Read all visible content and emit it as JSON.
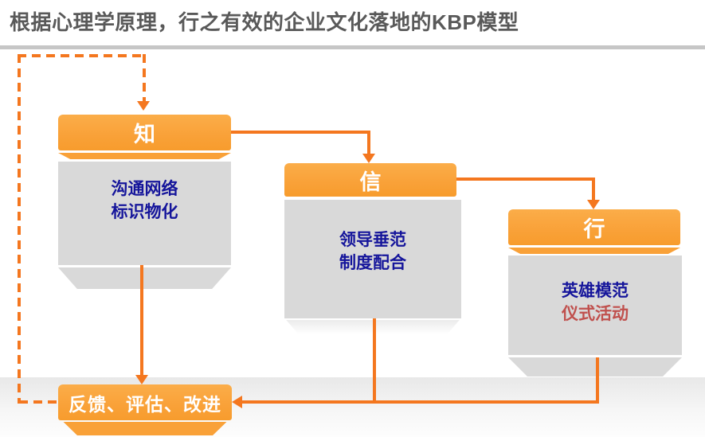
{
  "title": "根据心理学原理，行之有效的企业文化落地的KBP模型",
  "nodes": [
    {
      "id": "know",
      "header": "知",
      "line1": "沟通网络",
      "line2": "标识物化"
    },
    {
      "id": "believe",
      "header": "信",
      "line1": "领导垂范",
      "line2": "制度配合"
    },
    {
      "id": "practice",
      "header": "行",
      "line1": "英雄模范",
      "line2": "仪式活动"
    }
  ],
  "feedback": {
    "label": "反馈、评估、改进"
  },
  "arrows": [
    {
      "from": "知",
      "to": "信",
      "style": "solid"
    },
    {
      "from": "信",
      "to": "行",
      "style": "solid"
    },
    {
      "from": "知",
      "to": "反馈、评估、改进",
      "style": "solid"
    },
    {
      "from": "信",
      "to": "反馈、评估、改进",
      "style": "solid"
    },
    {
      "from": "行",
      "to": "反馈、评估、改进",
      "style": "solid"
    },
    {
      "from": "反馈、评估、改进",
      "to": "知",
      "style": "dashed"
    }
  ],
  "colors": {
    "header_orange": "#F9A138",
    "arrow_orange": "#F4771F",
    "body_gray": "#D9D9D9",
    "text_navy": "#15159B",
    "text_red": "#C0504D",
    "title_gray": "#595959",
    "divider_gray": "#C6C6C6"
  }
}
